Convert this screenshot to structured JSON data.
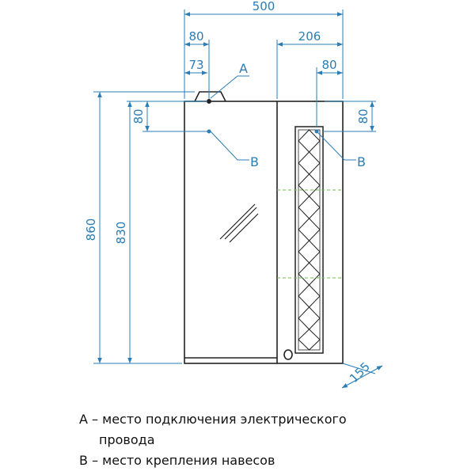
{
  "dimensions": {
    "total_width": "500",
    "left_offset": "80",
    "socket_offset": "73",
    "right_offset": "206",
    "right_hook_offset": "80",
    "left_vertical": "80",
    "right_vertical": "80",
    "total_height": "860",
    "inner_height": "830",
    "depth": "155"
  },
  "callouts": {
    "a": "A",
    "b_left": "B",
    "b_right": "B"
  },
  "legend": {
    "a_line1": "A – место подключения электрического",
    "a_line2": "провода",
    "b_line": "B – место крепления навесов"
  },
  "colors": {
    "dimension": "#2a7db5",
    "outline": "#222222",
    "shelf_marker": "#6fbf4a"
  }
}
